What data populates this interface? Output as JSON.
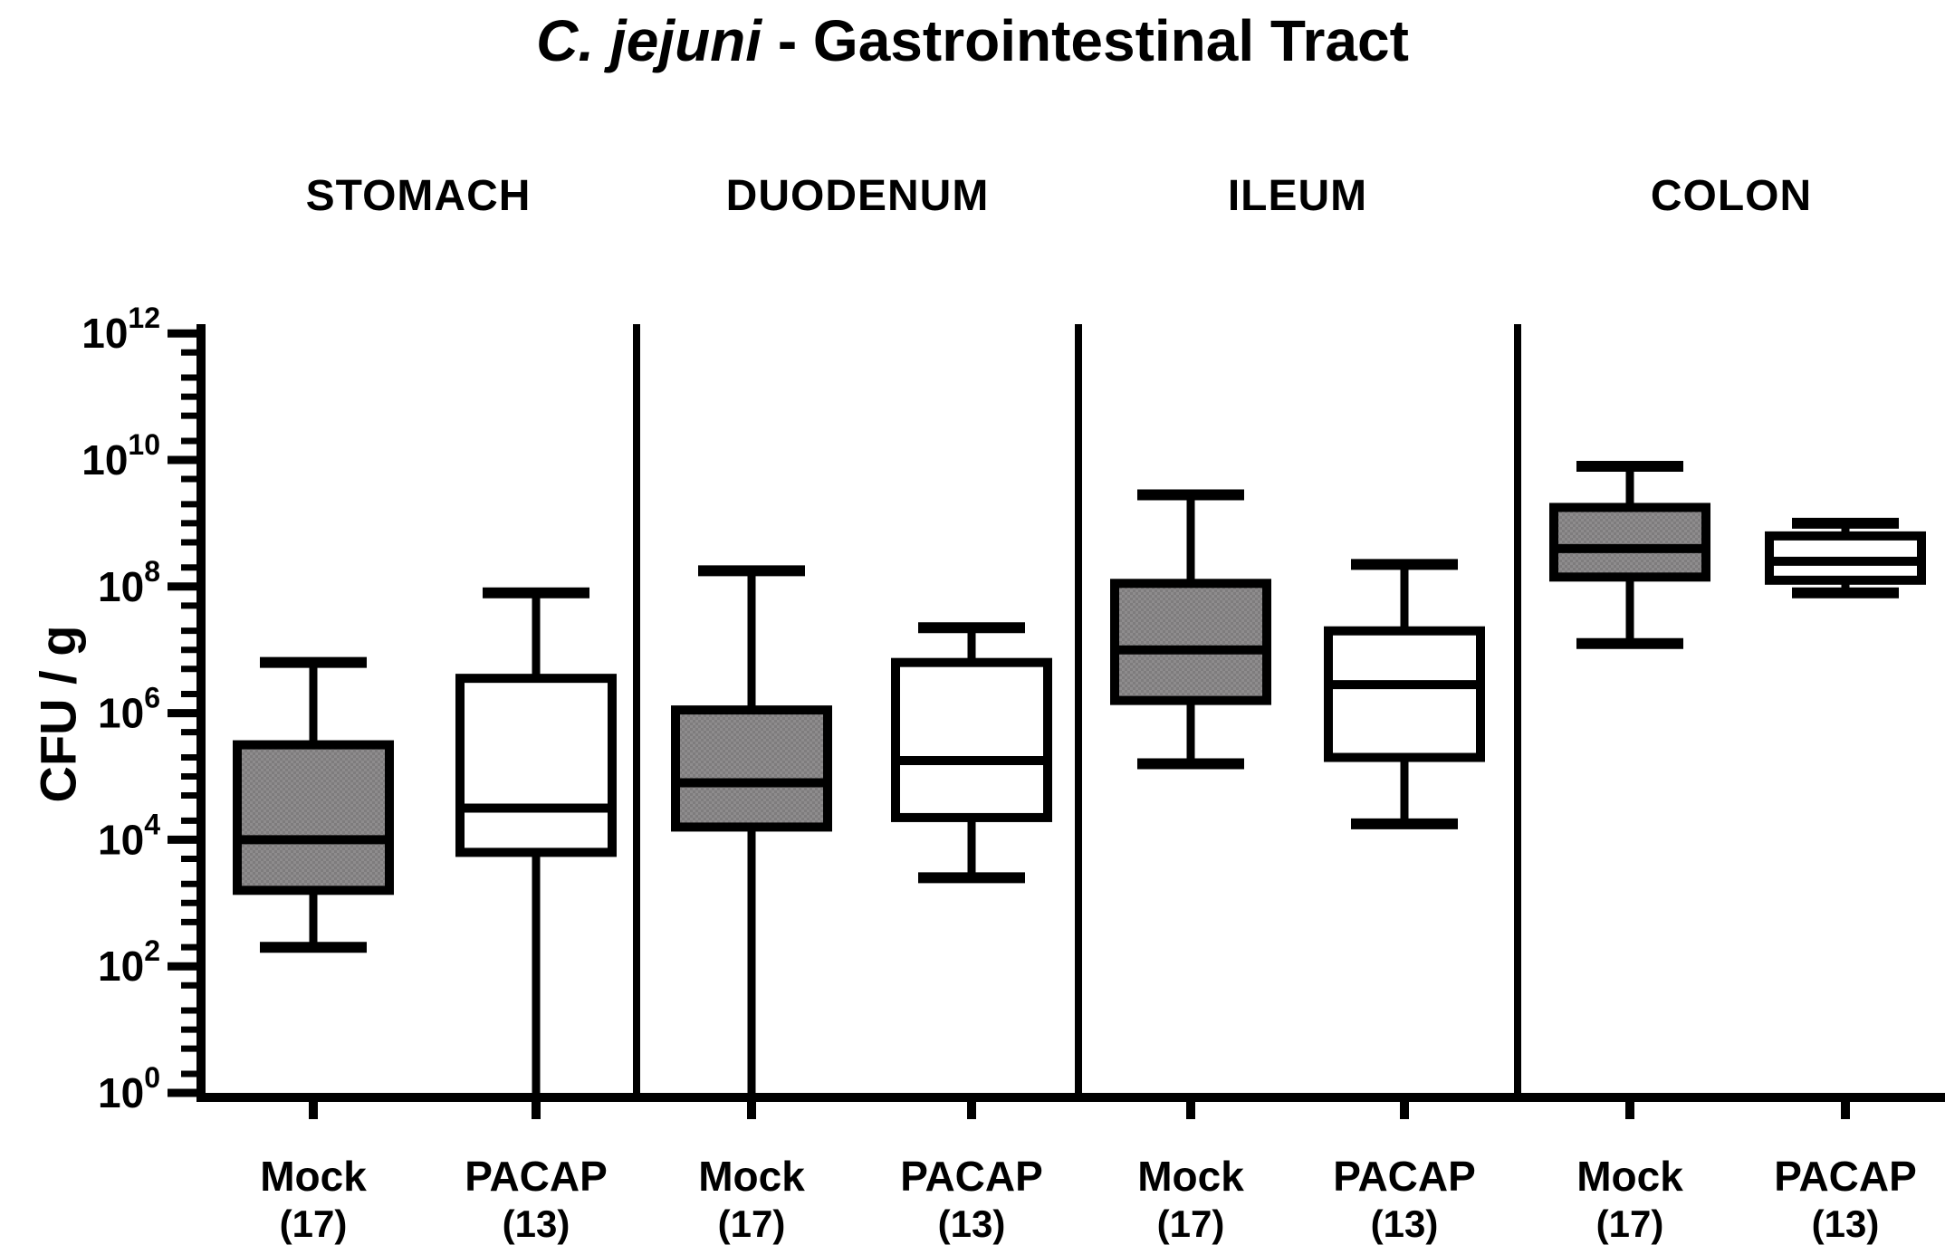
{
  "title": {
    "species": "C. jejuni",
    "dash_rest": "- Gastrointestinal Tract",
    "full": "C. jejuni - Gastrointestinal Tract"
  },
  "y_axis": {
    "label": "CFU / g",
    "base": "10",
    "tick_exponents": [
      12,
      10,
      8,
      6,
      4,
      2,
      0
    ],
    "scale": "log10"
  },
  "x_axis": {
    "group_label_mock": "Mock",
    "group_label_pacap": "PACAP",
    "mock_n_label": "(17)",
    "pacap_n_label": "(13)"
  },
  "colors": {
    "ink": "#000000",
    "mock_fill_base": "#8e8c8d",
    "mock_fill_alt": "#7e7c7d",
    "pacap_fill": "#ffffff",
    "background": "#ffffff"
  },
  "chart_data": {
    "type": "box",
    "title": "C. jejuni - Gastrointestinal Tract",
    "ylabel": "CFU / g",
    "y_scale": "log10",
    "ylim_exponents": [
      0,
      12
    ],
    "legend_position": "none",
    "grid": false,
    "note": "Values are log10(CFU/g). min_below_axis=true means lower whisker runs to the 10^0 baseline (below detection).",
    "sections": [
      {
        "label": "STOMACH",
        "boxes": [
          {
            "group": "Mock",
            "n_label": "(17)",
            "fill": "gray",
            "log10_values": {
              "min": 2.3,
              "q1": 3.2,
              "median": 4.0,
              "q3": 5.5,
              "max": 6.8
            },
            "min_below_axis": false
          },
          {
            "group": "PACAP",
            "n_label": "(13)",
            "fill": "white",
            "log10_values": {
              "min": 0,
              "q1": 3.8,
              "median": 4.5,
              "q3": 6.55,
              "max": 7.9
            },
            "min_below_axis": true
          }
        ]
      },
      {
        "label": "DUODENUM",
        "boxes": [
          {
            "group": "Mock",
            "n_label": "(17)",
            "fill": "gray",
            "log10_values": {
              "min": 0,
              "q1": 4.2,
              "median": 4.9,
              "q3": 6.05,
              "max": 8.25
            },
            "min_below_axis": true
          },
          {
            "group": "PACAP",
            "n_label": "(13)",
            "fill": "white",
            "log10_values": {
              "min": 3.4,
              "q1": 4.35,
              "median": 5.25,
              "q3": 6.8,
              "max": 7.35
            },
            "min_below_axis": false
          }
        ]
      },
      {
        "label": "ILEUM",
        "boxes": [
          {
            "group": "Mock",
            "n_label": "(17)",
            "fill": "gray",
            "log10_values": {
              "min": 5.2,
              "q1": 6.2,
              "median": 7.0,
              "q3": 8.05,
              "max": 9.45
            },
            "min_below_axis": false
          },
          {
            "group": "PACAP",
            "n_label": "(13)",
            "fill": "white",
            "log10_values": {
              "min": 4.25,
              "q1": 5.3,
              "median": 6.45,
              "q3": 7.3,
              "max": 8.35
            },
            "min_below_axis": false
          }
        ]
      },
      {
        "label": "COLON",
        "boxes": [
          {
            "group": "Mock",
            "n_label": "(17)",
            "fill": "gray",
            "log10_values": {
              "min": 7.1,
              "q1": 8.15,
              "median": 8.6,
              "q3": 9.25,
              "max": 9.9
            },
            "min_below_axis": false
          },
          {
            "group": "PACAP",
            "n_label": "(13)",
            "fill": "white",
            "log10_values": {
              "min": 7.9,
              "q1": 8.1,
              "median": 8.4,
              "q3": 8.8,
              "max": 9.0
            },
            "min_below_axis": false
          }
        ]
      }
    ]
  }
}
